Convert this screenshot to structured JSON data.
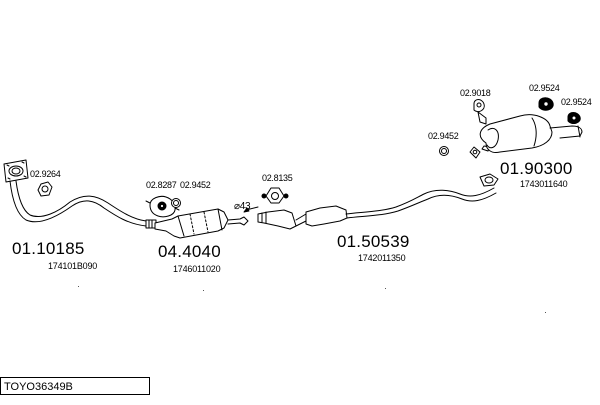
{
  "diagram_code": "TOYO36349B",
  "parts": {
    "front_pipe": {
      "code": "01.10185",
      "ref": "174101B090"
    },
    "catalyst": {
      "code": "04.4040",
      "ref": "1746011020"
    },
    "center_pipe": {
      "code": "01.50539",
      "ref": "1742011350"
    },
    "rear_muffler": {
      "code": "01.90300",
      "ref": "1743011640"
    }
  },
  "fittings": {
    "gasket_front": "02.9264",
    "clamp_cat": "02.8287",
    "gasket_cat": "02.9452",
    "gasket_center": "02.8135",
    "diameter_mark": "⌀43",
    "gasket_rear": "02.9452",
    "hanger_a": "02.9018",
    "hanger_b": "02.9524",
    "hanger_c": "02.9524"
  },
  "colors": {
    "line": "#000000",
    "background": "#ffffff"
  }
}
